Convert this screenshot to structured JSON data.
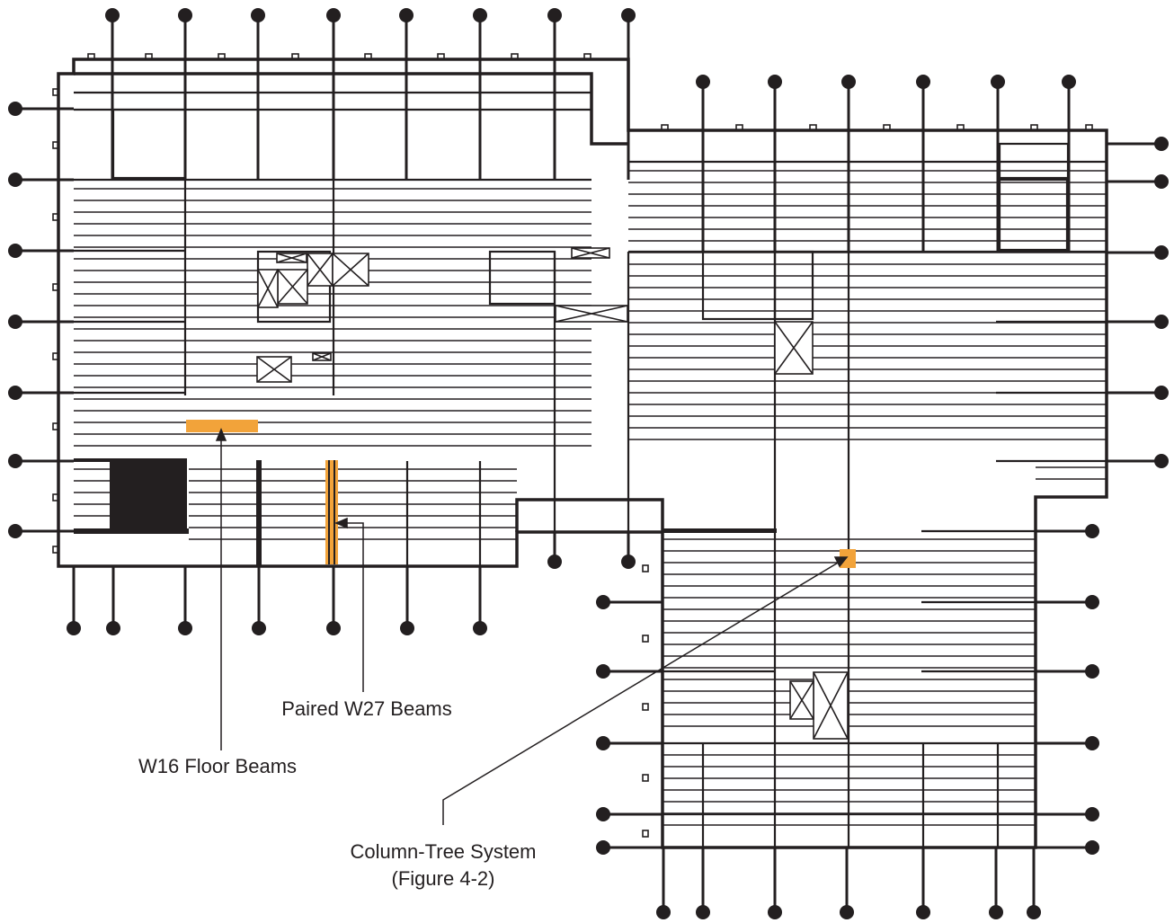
{
  "colors": {
    "line": "#231f20",
    "highlight": "#f2a33a",
    "background": "#ffffff"
  },
  "callouts": {
    "w16": "W16 Floor Beams",
    "paired_w27": "Paired W27 Beams",
    "column_tree_line1": "Column-Tree System",
    "column_tree_line2": "(Figure 4-2)"
  }
}
